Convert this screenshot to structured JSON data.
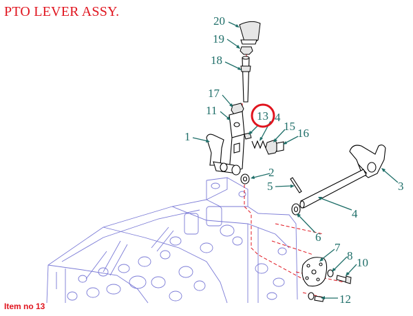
{
  "page": {
    "title": "PTO LEVER ASSY.",
    "footer": "Item no 13"
  },
  "callouts": [
    {
      "id": "c20",
      "label": "20"
    },
    {
      "id": "c19",
      "label": "19"
    },
    {
      "id": "c18",
      "label": "18"
    },
    {
      "id": "c17",
      "label": "17"
    },
    {
      "id": "c11",
      "label": "11"
    },
    {
      "id": "c13",
      "label": "13",
      "highlighted": true
    },
    {
      "id": "c14",
      "label": "4"
    },
    {
      "id": "c15",
      "label": "15"
    },
    {
      "id": "c16",
      "label": "16"
    },
    {
      "id": "c1",
      "label": "1"
    },
    {
      "id": "c2",
      "label": "2"
    },
    {
      "id": "c3",
      "label": "3"
    },
    {
      "id": "c5",
      "label": "5"
    },
    {
      "id": "c4",
      "label": "4"
    },
    {
      "id": "c6",
      "label": "6"
    },
    {
      "id": "c7",
      "label": "7"
    },
    {
      "id": "c8",
      "label": "8"
    },
    {
      "id": "c10",
      "label": "10"
    },
    {
      "id": "c12",
      "label": "12"
    }
  ],
  "colors": {
    "title": "#e0141e",
    "callout": "#1e6e68",
    "highlight_circle": "#e0141e",
    "housing": "#7a7ad6"
  }
}
